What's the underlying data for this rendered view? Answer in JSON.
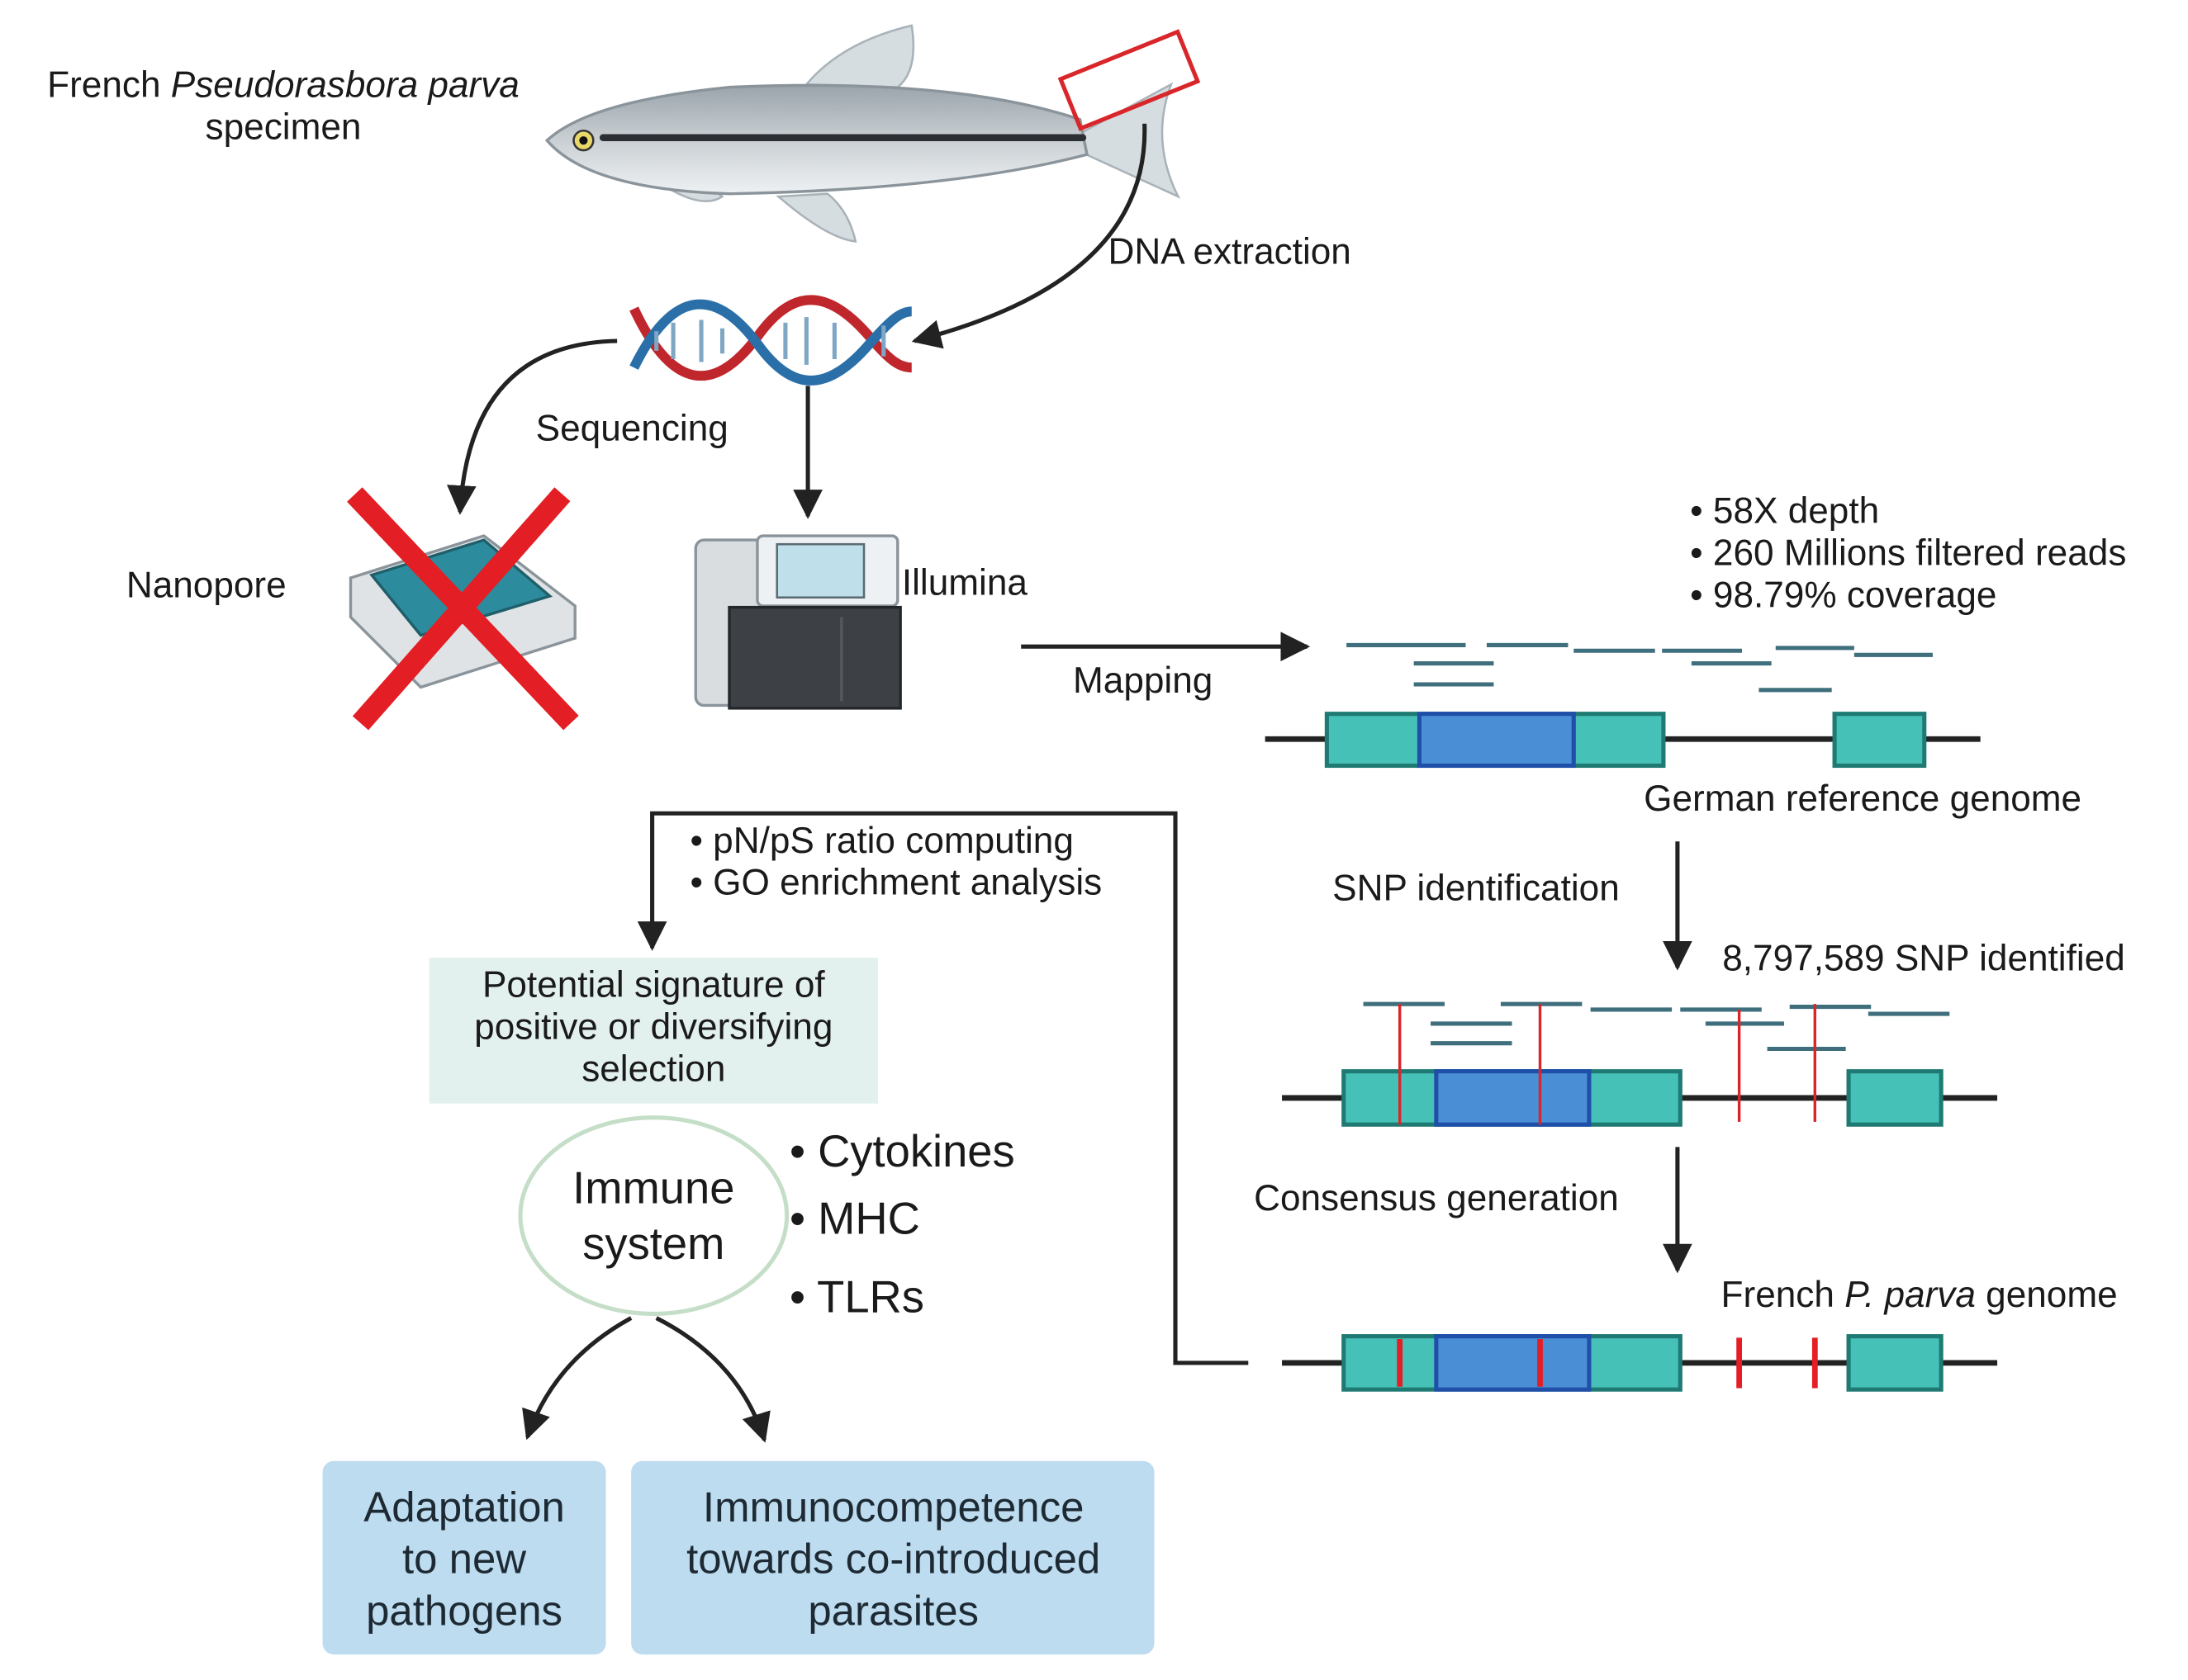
{
  "specimen": {
    "prefix": "French ",
    "species": "Pseudorasbora parva",
    "suffix": "specimen"
  },
  "steps": {
    "dna_extraction": "DNA extraction",
    "sequencing": "Sequencing",
    "mapping": "Mapping",
    "snp_identification": "SNP identification",
    "consensus_generation": "Consensus generation"
  },
  "platforms": {
    "nanopore": "Nanopore",
    "illumina": "Illumina"
  },
  "mapping_stats": [
    "• 58X depth",
    "• 260 Millions filtered reads",
    "• 98.79% coverage"
  ],
  "genomes": {
    "german": "German reference genome",
    "snp_count": "8,797,589 SNP identified",
    "french_prefix": "French ",
    "french_species": "P. parva",
    "french_suffix": " genome"
  },
  "analyses": [
    "• pN/pS ratio computing",
    "• GO enrichment analysis"
  ],
  "signature_box": [
    "Potential signature of",
    "positive or diversifying",
    "selection"
  ],
  "immune": {
    "lines": [
      "Immune",
      "system"
    ],
    "items": [
      "• Cytokines",
      "• MHC",
      "• TLRs"
    ]
  },
  "outcomes": {
    "adaptation": [
      "Adaptation",
      "to new",
      "pathogens"
    ],
    "immunocompetence": [
      "Immunocompetence",
      "towards co-introduced",
      "parasites"
    ]
  },
  "colors": {
    "exon": "#46c1b8",
    "exon_stroke": "#1e7a72",
    "cds": "#4a8fd6",
    "cds_stroke": "#1f4fa8",
    "read": "#3f6f7d",
    "snp": "#d9262a",
    "box_signature": "#e3f1ee",
    "box_outcome": "#bddcf0",
    "dna_red": "#c0272d",
    "dna_blue": "#2a6fa8"
  }
}
